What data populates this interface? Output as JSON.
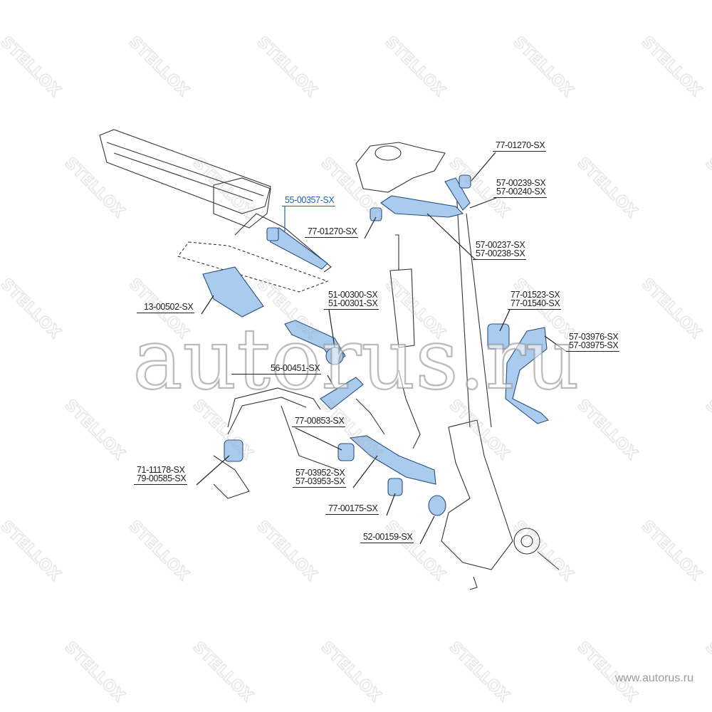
{
  "diagram": {
    "watermark_brand": "STELLOX",
    "watermark_site": "autorus.ru",
    "site_url": "www.autorus.ru",
    "part_fill": "#a9cbee",
    "part_stroke": "#2c4f7c",
    "highlight_label_color": "#1d62b5",
    "labels": {
      "tie_rod": "55-00357-SX",
      "bushing_top": "77-01270-SX",
      "upper_arm_a": [
        "57-00239-SX",
        "57-00240-SX"
      ],
      "bushing_upper_left": "77-01270-SX",
      "upper_arm_b": [
        "57-00237-SX",
        "57-00238-SX"
      ],
      "boot": "13-00502-SX",
      "tie_rod_end": [
        "51-00300-SX",
        "51-00301-SX"
      ],
      "rear_bushing": [
        "77-01523-SX",
        "77-01540-SX"
      ],
      "lower_arm_rear": [
        "57-03976-SX",
        "57-03975-SX"
      ],
      "stab_link": "56-00451-SX",
      "arm_bushing": "77-00853-SX",
      "stab_bushing": [
        "71-11178-SX",
        "79-00585-SX"
      ],
      "lower_arm_front": [
        "57-03952-SX",
        "57-03953-SX"
      ],
      "lower_bushing": "77-00175-SX",
      "ball_joint": "52-00159-SX"
    }
  }
}
